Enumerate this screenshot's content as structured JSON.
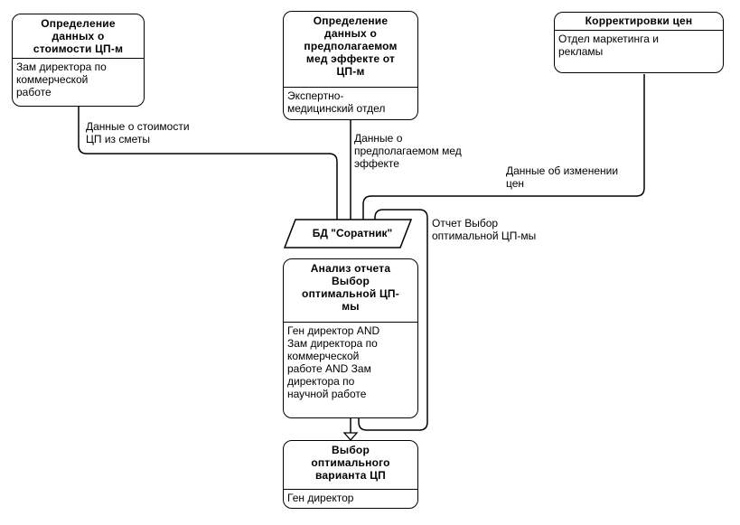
{
  "diagram": {
    "type": "business-process-flow",
    "colors": {
      "line": "#000000",
      "background": "#ffffff",
      "text": "#000000"
    },
    "nodes": {
      "define_cost": {
        "title": "Определение\nданных о\nстоимости ЦП-м",
        "performer": "Зам директора по\nкоммерческой\nработе"
      },
      "define_med_effect": {
        "title": "Определение\nданных о\nпредполагаемом\nмед эффекте от\nЦП-м",
        "performer": "Экспертно-\nмедицинский отдел"
      },
      "price_adjustments": {
        "title": "Корректировки цен",
        "performer": "Отдел маркетинга и\nрекламы"
      },
      "database": {
        "title": "БД \"Соратник\""
      },
      "analyze_report": {
        "title": "Анализ отчета\nВыбор\nоптимальной ЦП-\nмы",
        "performer": "Ген директор AND\nЗам директора по\nкоммерческой\nработе AND Зам\nдиректора по\nнаучной работе"
      },
      "choose_variant": {
        "title": "Выбор\nоптимального\nварианта ЦП",
        "performer": "Ген директор"
      }
    },
    "edge_labels": {
      "cost_data": "Данные о стоимости\nЦП из сметы",
      "med_effect_data": "Данные о\nпредполагаемом мед\nэффекте",
      "price_change_data": "Данные об изменении\nцен",
      "report": "Отчет Выбор\nоптимальной ЦП-мы"
    }
  }
}
